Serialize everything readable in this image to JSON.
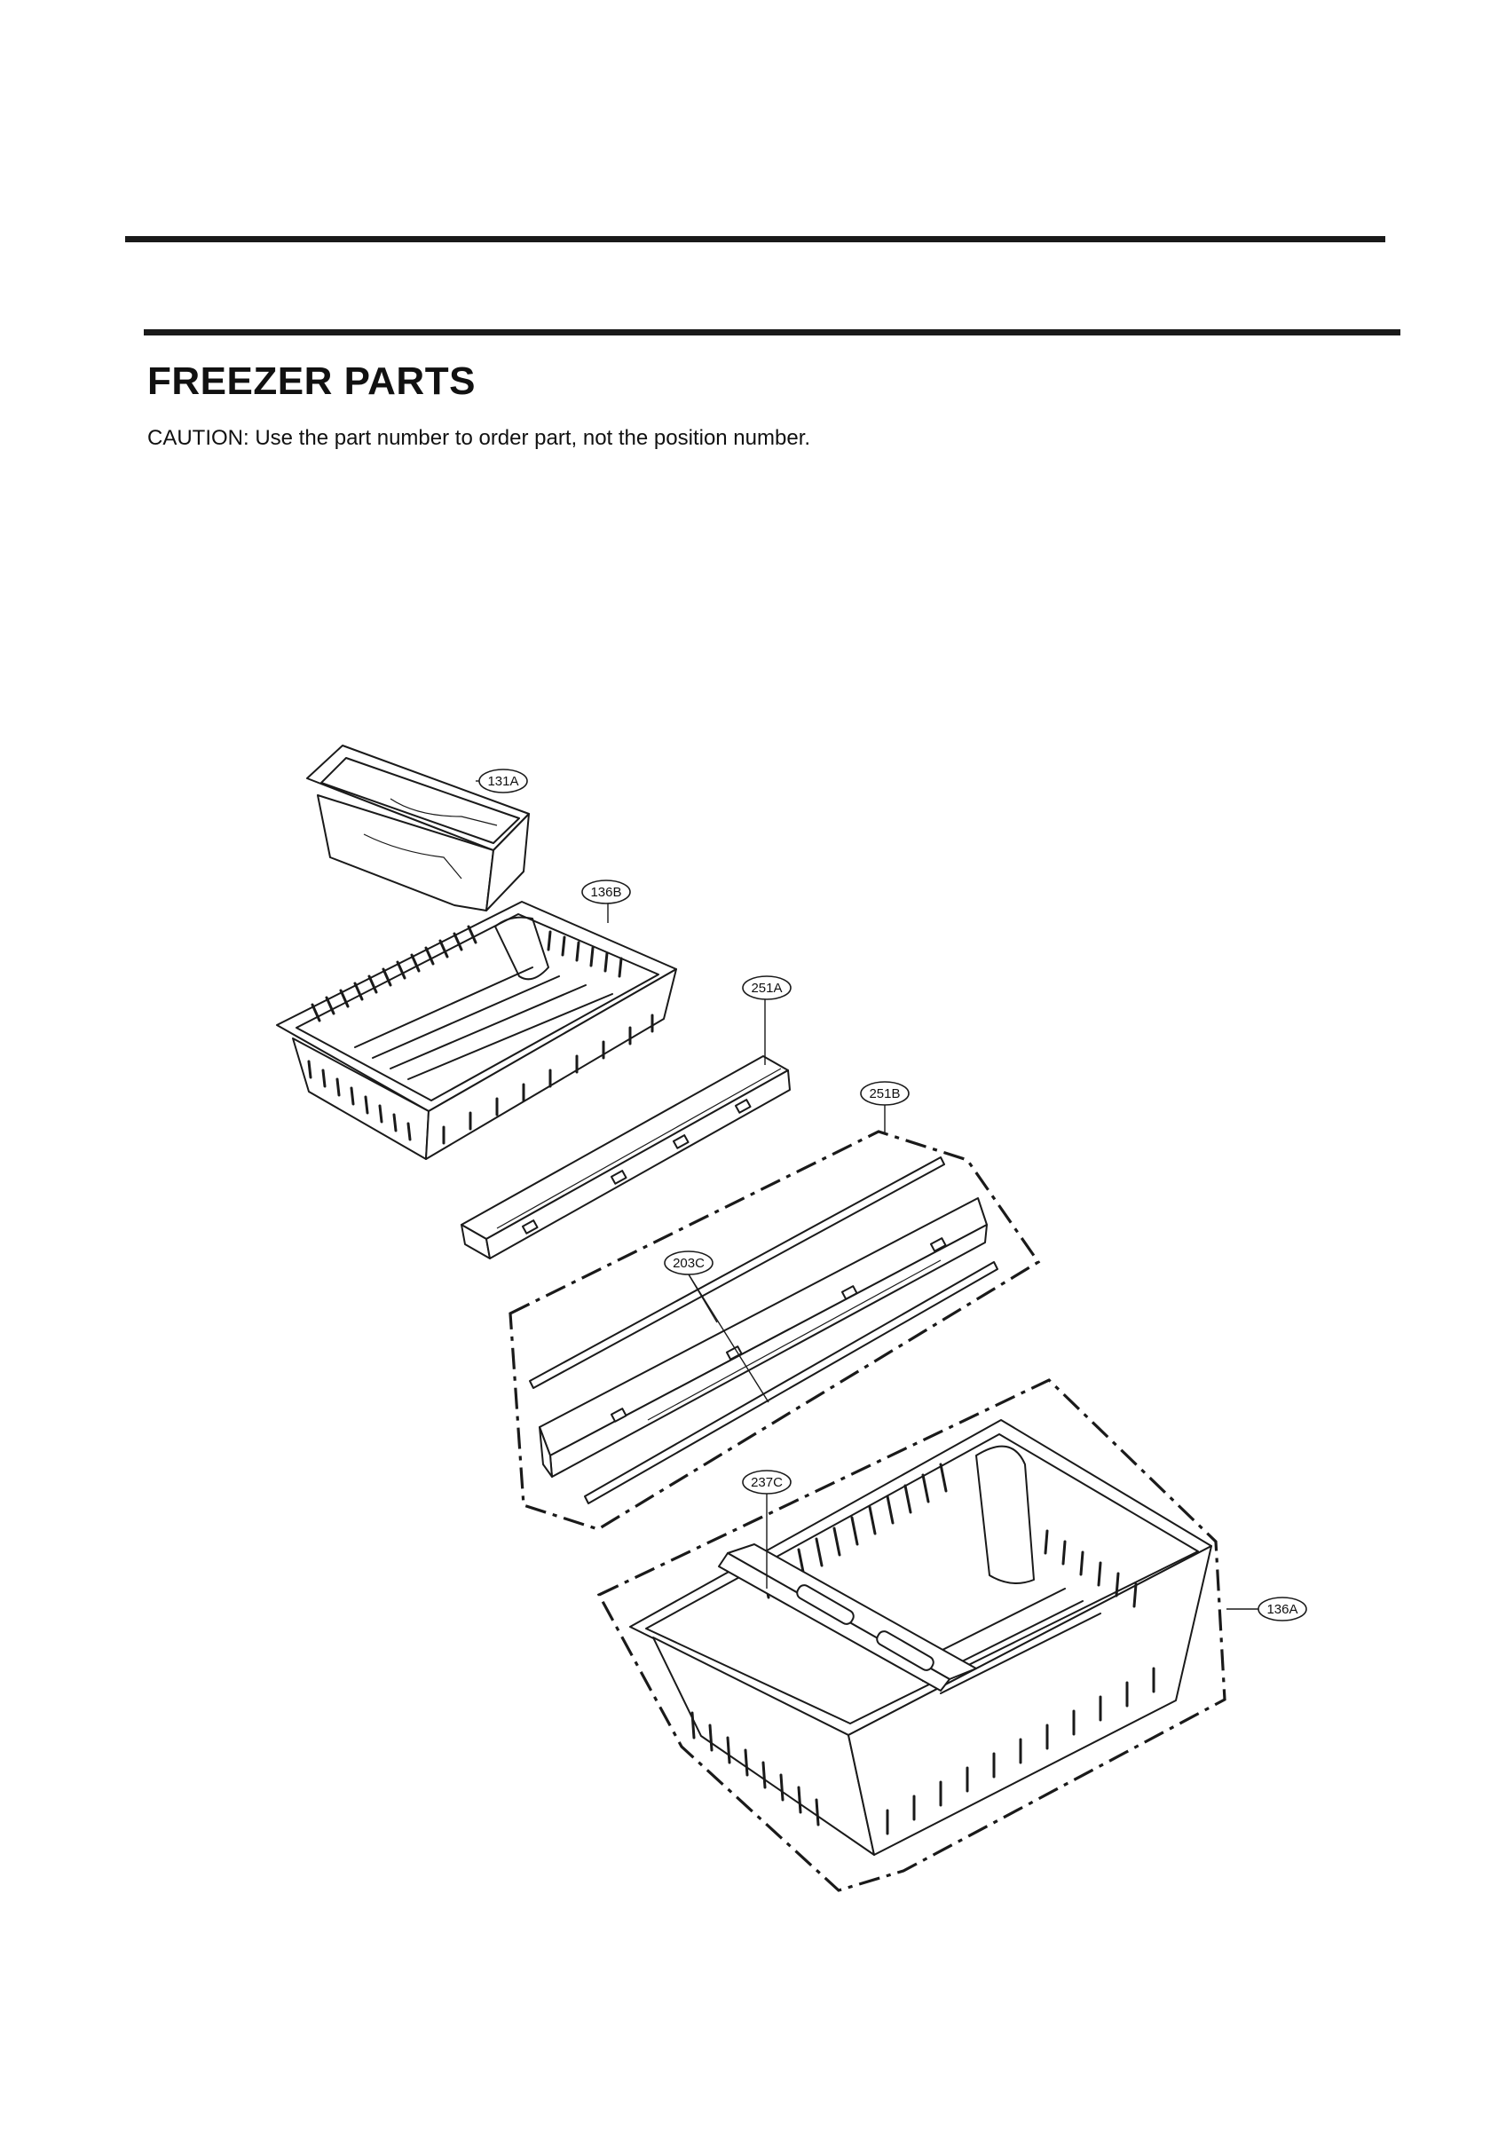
{
  "header": {
    "title": "FREEZER PARTS",
    "caution": "CAUTION: Use the part number to order part, not the position number."
  },
  "parts": [
    {
      "id": "p131A",
      "label": "131A"
    },
    {
      "id": "p136B",
      "label": "136B"
    },
    {
      "id": "p251A",
      "label": "251A"
    },
    {
      "id": "p251B",
      "label": "251B"
    },
    {
      "id": "p203C",
      "label": "203C"
    },
    {
      "id": "p237C",
      "label": "237C"
    },
    {
      "id": "p136A",
      "label": "136A"
    }
  ]
}
